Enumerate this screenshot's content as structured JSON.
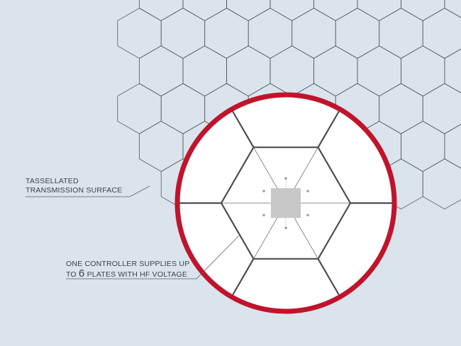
{
  "colors": {
    "background": "#dbe4ec",
    "hex_grid_stroke": "#4d5257",
    "ring_fill": "#ffffff",
    "ring_stroke": "#c0142c",
    "plate_stroke": "#4a4e53",
    "spoke_stroke": "#6a6e73",
    "controller_fill": "#c8c8c8",
    "dot_fill": "#9a9ea3",
    "label_color": "#3b3f44"
  },
  "labels": {
    "tessellated": {
      "line1": "TASSELLATED",
      "line2": "TRANSMISSION SURFACE"
    },
    "controller": {
      "line1": "ONE CONTROLLER SUPPLIES UP",
      "line2_prefix": "TO",
      "line2_number": "6",
      "line2_suffix": "PLATES WITH HF VOLTAGE"
    }
  }
}
